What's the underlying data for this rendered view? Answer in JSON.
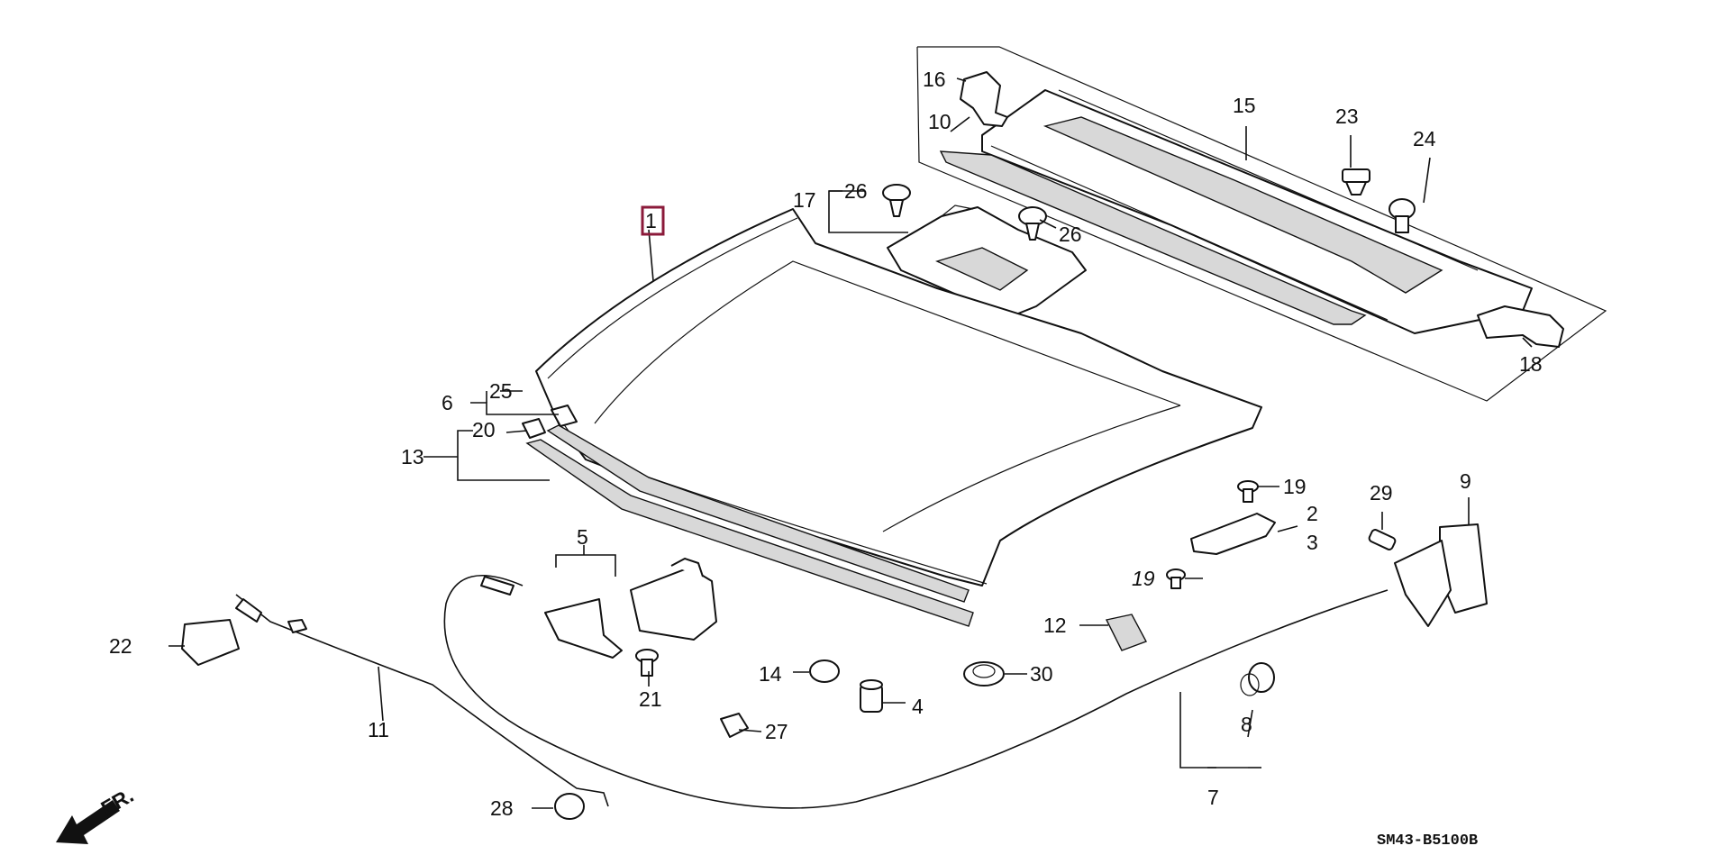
{
  "diagram": {
    "selected_part": "1",
    "selected_color": "#8b1a3a",
    "drawing_code": "SM43-B5100B",
    "direction_label": "FR.",
    "labels": [
      "1",
      "2",
      "3",
      "4",
      "5",
      "6",
      "7",
      "8",
      "9",
      "10",
      "11",
      "12",
      "13",
      "14",
      "15",
      "16",
      "17",
      "18",
      "19",
      "19",
      "20",
      "21",
      "22",
      "23",
      "24",
      "25",
      "26",
      "26",
      "27",
      "28",
      "29",
      "30"
    ]
  }
}
